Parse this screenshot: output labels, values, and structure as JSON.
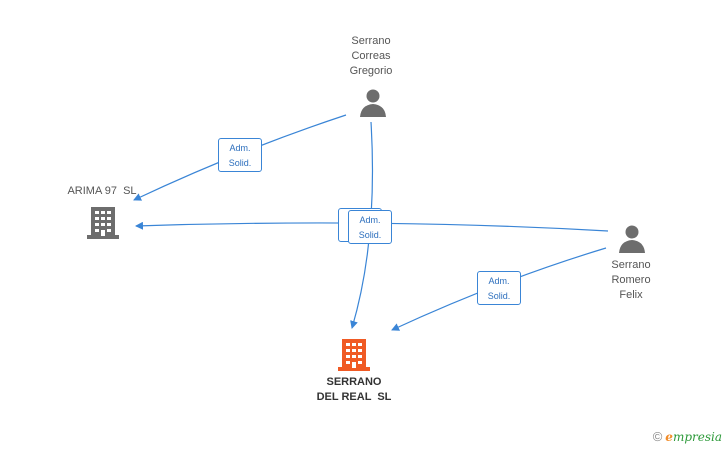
{
  "nodes": {
    "person_top": {
      "lines": "Serrano\nCorreas\nGregorio"
    },
    "person_right": {
      "lines": "Serrano\nRomero\nFelix"
    },
    "company_left": {
      "name": "ARIMA 97  SL"
    },
    "company_main": {
      "name": "SERRANO\nDEL REAL  SL"
    }
  },
  "relations": [
    {
      "label_1": "Adm.",
      "label_2": "Solid."
    },
    {
      "label_1": "Adm.",
      "label_2": "Solid."
    },
    {
      "label_1": "Adm.",
      "label_2": "Solid."
    },
    {
      "label_1": "Adm.",
      "label_2": "Solid."
    }
  ],
  "footer": {
    "copyright": "©",
    "brand_initial": "e",
    "brand_rest": "mpresia"
  },
  "colors": {
    "edge": "#3a85d6",
    "person_icon": "#6d6d6d",
    "company_icon": "#6d6d6d",
    "main_company_icon": "#f05a24"
  }
}
